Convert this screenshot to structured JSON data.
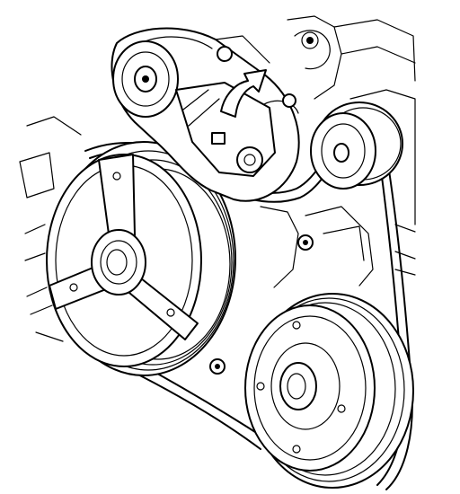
{
  "diagram": {
    "style": "line-art",
    "colors": {
      "stroke": "#000000",
      "background": "#ffffff"
    },
    "components": [
      {
        "id": "belt-tensioner",
        "icon": "tensioner-pulley-icon"
      },
      {
        "id": "rotation-arrow",
        "icon": "curved-arrow-icon"
      },
      {
        "id": "idler-pulley",
        "icon": "pulley-icon"
      },
      {
        "id": "crankshaft-balancer",
        "icon": "pulley-icon"
      },
      {
        "id": "lower-pulley",
        "icon": "pulley-icon"
      },
      {
        "id": "serpentine-belt",
        "icon": "belt-icon"
      }
    ]
  }
}
